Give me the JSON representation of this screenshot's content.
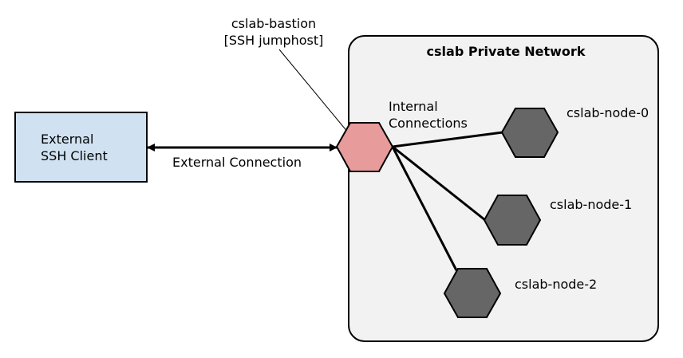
{
  "network": {
    "title": "cslab Private Network"
  },
  "client": {
    "line1": "External",
    "line2": "SSH Client"
  },
  "bastion": {
    "line1": "cslab-bastion",
    "line2": "[SSH jumphost]"
  },
  "external_connection": {
    "label": "External Connection"
  },
  "internal_connections": {
    "line1": "Internal",
    "line2": "Connections"
  },
  "nodes": [
    {
      "label": "cslab-node-0"
    },
    {
      "label": "cslab-node-1"
    },
    {
      "label": "cslab-node-2"
    }
  ],
  "colors": {
    "client_fill": "#d0e2f2",
    "bastion_fill": "#e89b9b",
    "node_fill": "#666666",
    "network_fill": "#f2f2f2"
  }
}
